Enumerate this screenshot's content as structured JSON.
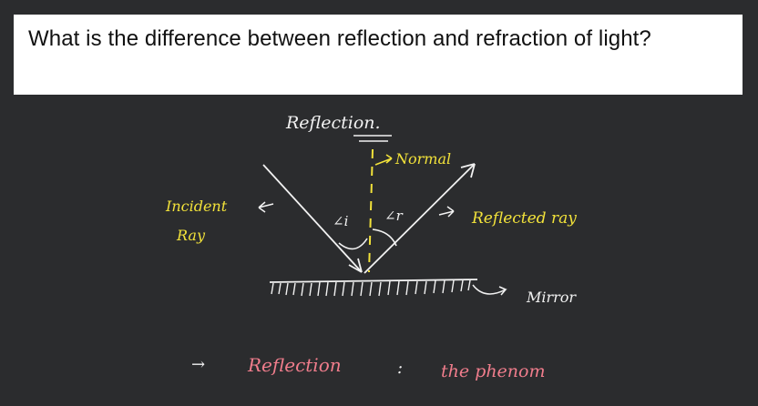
{
  "question": {
    "text": "What is the difference between reflection and refraction of light?"
  },
  "board": {
    "title": "Reflection.",
    "normal_label": "Normal",
    "incident_label_line1": "Incident",
    "incident_label_line2": "Ray",
    "angle_i": "∠i",
    "angle_r": "∠r",
    "reflected_label": "Reflected ray",
    "mirror_label": "Mirror",
    "bottom_arrow": "→",
    "bottom_term": "Reflection",
    "bottom_colon": ":",
    "bottom_text": "the phenom"
  },
  "colors": {
    "background": "#2b2c2e",
    "white_ink": "#f2f2f2",
    "yellow_ink": "#f2e23a",
    "pink_ink": "#f07d8c"
  }
}
